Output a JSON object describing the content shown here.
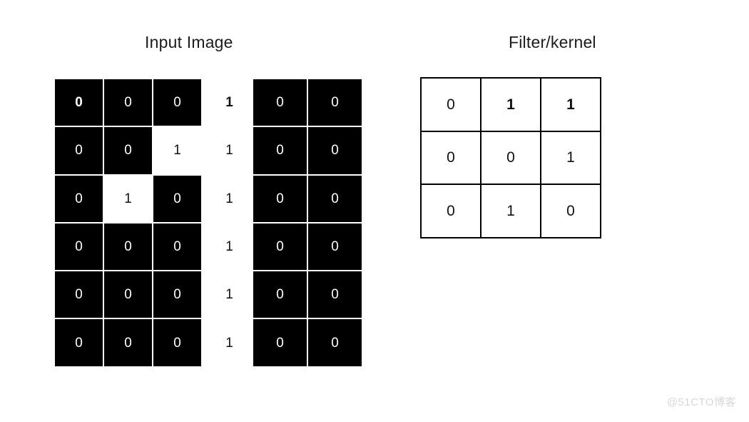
{
  "titles": {
    "input_image": "Input Image",
    "filter_kernel": "Filter/kernel"
  },
  "watermark": "@51CTO博客",
  "colors": {
    "background": "#ffffff",
    "pixel_on": "#000000",
    "pixel_on_text": "#ffffff",
    "pixel_off": "#ffffff",
    "pixel_off_text": "#111111",
    "kernel_border": "#000000",
    "title_text": "#1b1b1b",
    "watermark_text": "#d8d8d8"
  },
  "input_image": {
    "left_grid": {
      "rows": 6,
      "cols": 3,
      "cells": [
        [
          {
            "value": "0",
            "bold": true
          },
          {
            "value": "0",
            "bold": false
          },
          {
            "value": "0",
            "bold": false
          }
        ],
        [
          {
            "value": "0",
            "bold": false
          },
          {
            "value": "0",
            "bold": false
          },
          {
            "value": "1",
            "bold": false
          }
        ],
        [
          {
            "value": "0",
            "bold": false
          },
          {
            "value": "1",
            "bold": false
          },
          {
            "value": "0",
            "bold": false
          }
        ],
        [
          {
            "value": "0",
            "bold": false
          },
          {
            "value": "0",
            "bold": false
          },
          {
            "value": "0",
            "bold": false
          }
        ],
        [
          {
            "value": "0",
            "bold": false
          },
          {
            "value": "0",
            "bold": false
          },
          {
            "value": "0",
            "bold": false
          }
        ],
        [
          {
            "value": "0",
            "bold": false
          },
          {
            "value": "0",
            "bold": false
          },
          {
            "value": "0",
            "bold": false
          }
        ]
      ]
    },
    "pad_column": {
      "rows": 6,
      "cells": [
        {
          "value": "1",
          "bold": true
        },
        {
          "value": "1",
          "bold": false
        },
        {
          "value": "1",
          "bold": false
        },
        {
          "value": "1",
          "bold": false
        },
        {
          "value": "1",
          "bold": false
        },
        {
          "value": "1",
          "bold": false
        }
      ]
    },
    "right_grid": {
      "rows": 6,
      "cols": 2,
      "cells": [
        [
          {
            "value": "0",
            "bold": false
          },
          {
            "value": "0",
            "bold": false
          }
        ],
        [
          {
            "value": "0",
            "bold": false
          },
          {
            "value": "0",
            "bold": false
          }
        ],
        [
          {
            "value": "0",
            "bold": false
          },
          {
            "value": "0",
            "bold": false
          }
        ],
        [
          {
            "value": "0",
            "bold": false
          },
          {
            "value": "0",
            "bold": false
          }
        ],
        [
          {
            "value": "0",
            "bold": false
          },
          {
            "value": "0",
            "bold": false
          }
        ],
        [
          {
            "value": "0",
            "bold": false
          },
          {
            "value": "0",
            "bold": false
          }
        ]
      ]
    }
  },
  "filter_kernel": {
    "rows": 3,
    "cols": 3,
    "cells": [
      [
        {
          "value": "0",
          "bold": false
        },
        {
          "value": "1",
          "bold": true
        },
        {
          "value": "1",
          "bold": true
        }
      ],
      [
        {
          "value": "0",
          "bold": false
        },
        {
          "value": "0",
          "bold": false
        },
        {
          "value": "1",
          "bold": false
        }
      ],
      [
        {
          "value": "0",
          "bold": false
        },
        {
          "value": "1",
          "bold": false
        },
        {
          "value": "0",
          "bold": false
        }
      ]
    ]
  }
}
